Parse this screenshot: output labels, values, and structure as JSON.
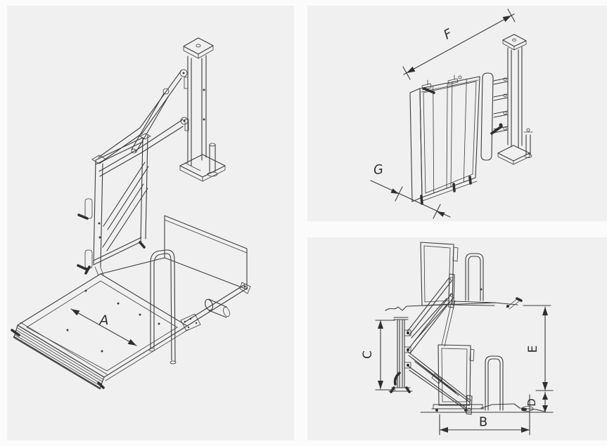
{
  "diagram": {
    "type": "technical-line-drawing",
    "subject": "wheelchair-platform-lift three-view dimension drawing",
    "colors": {
      "page_background": "#fbfbfb",
      "panel_background": "#f0f0f0",
      "line": "#3c3c3c",
      "label": "#2d2d2d"
    },
    "views": {
      "isometric_deployed": {
        "dimension_labels": [
          "A"
        ]
      },
      "isometric_folded": {
        "dimension_labels": [
          "F",
          "G"
        ]
      },
      "side_elevation": {
        "dimension_labels": [
          "C",
          "E",
          "D",
          "B"
        ]
      }
    },
    "labels": {
      "a": "A",
      "b": "B",
      "c": "C",
      "d": "D",
      "e": "E",
      "f": "F",
      "g": "G"
    }
  }
}
